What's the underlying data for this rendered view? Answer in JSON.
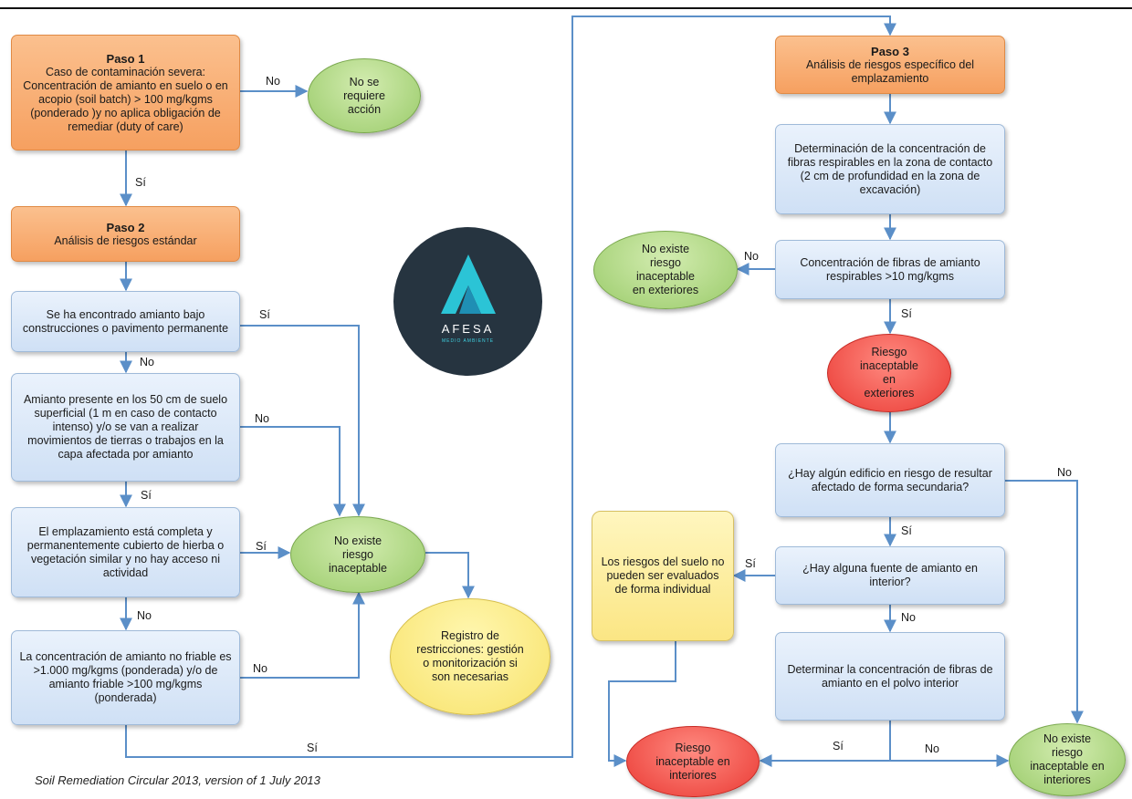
{
  "colors": {
    "orange": "#f6a060",
    "blue": "#cfe0f5",
    "green": "#9acb6a",
    "red": "#ea3a34",
    "yellow": "#f8e26a",
    "arrow": "#5b8fc8",
    "logo_bg": "#263440"
  },
  "step1": {
    "title": "Paso 1",
    "text": "Caso de contaminación severa: Concentración de amianto en suelo o en acopio (soil batch) > 100 mg/kgms (ponderado )y no aplica obligación de remediar (duty of care)"
  },
  "no_action": {
    "text": "No se requiere acción"
  },
  "step2": {
    "title": "Paso 2",
    "text": "Análisis de riesgos estándar"
  },
  "q_construcciones": {
    "text": "Se ha encontrado amianto bajo construcciones o pavimento permanente"
  },
  "q_superficial": {
    "text": "Amianto presente en los 50 cm de suelo superficial (1 m en caso de contacto intenso) y/o se van a realizar movimientos de tierras o trabajos en la capa afectada por amianto"
  },
  "q_cubierto": {
    "text": "El emplazamiento está completa y permanentemente cubierto de hierba o vegetación similar y no hay acceso ni actividad"
  },
  "q_no_friable": {
    "text": "La concentración de amianto no friable es >1.000 mg/kgms (ponderada) y/o de amianto friable >100 mg/kgms (ponderada)"
  },
  "no_risk": {
    "text": "No existe riesgo inaceptable"
  },
  "registro": {
    "text": "Registro de restricciones: gestión o monitorización si son necesarias"
  },
  "step3": {
    "title": "Paso 3",
    "text": "Análisis de riesgos específico del emplazamiento"
  },
  "determinacion": {
    "text": "Determinación de la concentración de fibras respirables en la zona de contacto (2 cm de profundidad en la zona de excavación)"
  },
  "q_respirables": {
    "text": "Concentración de fibras de amianto respirables >10 mg/kgms"
  },
  "no_risk_ext": {
    "text": "No existe riesgo inaceptable en exteriores"
  },
  "risk_ext": {
    "text": "Riesgo inaceptable en exteriores"
  },
  "q_edificio": {
    "text": "¿Hay algún edificio en riesgo de resultar afectado de forma secundaria?"
  },
  "q_fuente": {
    "text": "¿Hay alguna fuente de amianto en interior?"
  },
  "individual": {
    "text": "Los riesgos del suelo no pueden ser evaluados de forma individual"
  },
  "determinar_polvo": {
    "text": "Determinar la concentración de fibras de amianto en el polvo interior"
  },
  "risk_int": {
    "text": "Riesgo inaceptable en interiores"
  },
  "no_risk_int": {
    "text": "No existe riesgo inaceptable en interiores"
  },
  "labels": {
    "no": "No",
    "si": "Sí"
  },
  "logo": {
    "name": "AFESA",
    "tagline": "MEDIO AMBIENTE"
  },
  "caption": "Soil Remediation Circular 2013, version of 1 July 2013"
}
